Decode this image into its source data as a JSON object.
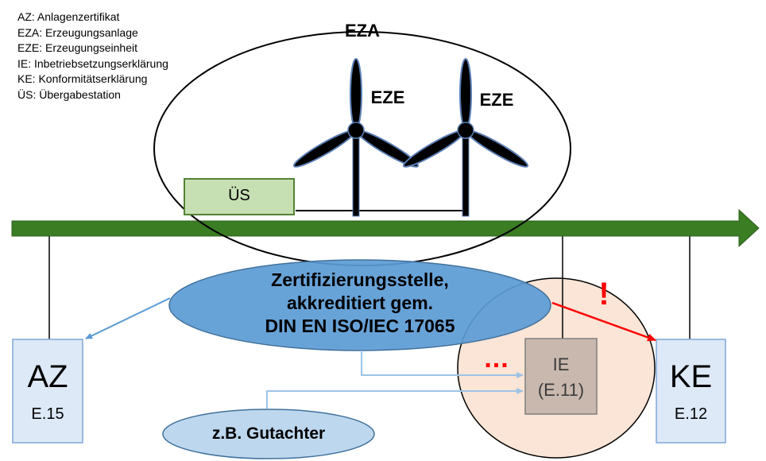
{
  "legend": [
    "AZ: Anlagenzertifikat",
    "EZA: Erzeugungsanlage",
    "EZE: Erzeugungseinheit",
    "IE: Inbetriebsetzungserklärung",
    "KE: Konformitätserklärung",
    "ÜS: Übergabestation"
  ],
  "eza_label": "EZA",
  "eze_label_1": "EZE",
  "eze_label_2": "EZE",
  "us_label": "ÜS",
  "cert_body": {
    "line1": "Zertifizierungsstelle,",
    "line2": "akkreditiert gem.",
    "line3": "DIN EN ISO/IEC 17065"
  },
  "az_box": {
    "title": "AZ",
    "sub": "E.15"
  },
  "ie_box": {
    "title": "IE",
    "sub": "(E.11)"
  },
  "ke_box": {
    "title": "KE",
    "sub": "E.12"
  },
  "gutachter_label": "z.B. Gutachter",
  "ellipsis_mark": "...",
  "warning_mark": "!",
  "colors": {
    "bus_green": "#3a7d22",
    "us_fill": "#c6e0b4",
    "cert_fill": "#5b9bd5",
    "box_fill": "#dde9f7",
    "ie_fill": "#c9b8ae",
    "ie_circle": "#fbe5d6",
    "arrow_blue": "#5b9bd5",
    "arrow_red": "#ff0000"
  }
}
